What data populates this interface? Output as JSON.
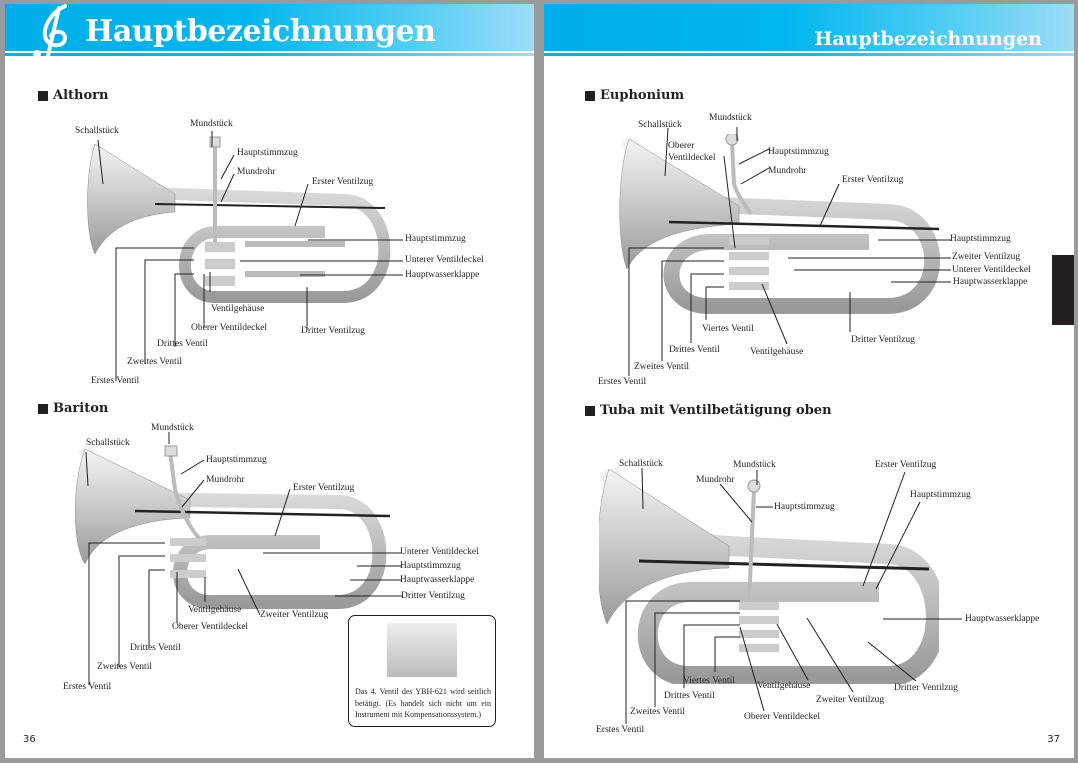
{
  "header": {
    "left_title": "Hauptbezeichnungen",
    "right_title": "Hauptbezeichnungen"
  },
  "pages": {
    "left_number": "36",
    "right_number": "37"
  },
  "sections": {
    "althorn": {
      "title": "Althorn",
      "labels": {
        "schallstueck": "Schallstück",
        "mundstueck": "Mundstück",
        "hauptstimmzug_top": "Hauptstimmzug",
        "mundrohr": "Mundrohr",
        "erster_ventilzug": "Erster Ventilzug",
        "hauptstimmzug_right": "Hauptstimmzug",
        "unterer_ventildeckel": "Unterer Ventildeckel",
        "hauptwasserklappe": "Hauptwasserklappe",
        "ventilgehaeuse": "Ventilgehäuse",
        "oberer_ventildeckel": "Oberer Ventildeckel",
        "dritter_ventilzug": "Dritter Ventilzug",
        "drittes_ventil": "Drittes Ventil",
        "zweites_ventil": "Zweites Ventil",
        "erstes_ventil": "Erstes Ventil"
      }
    },
    "bariton": {
      "title": "Bariton",
      "labels": {
        "mundstueck": "Mundstück",
        "schallstueck": "Schallstück",
        "hauptstimmzug_top": "Hauptstimmzug",
        "mundrohr": "Mundrohr",
        "erster_ventilzug": "Erster Ventilzug",
        "unterer_ventildeckel": "Unterer Ventildeckel",
        "hauptstimmzug_right": "Hauptstimmzug",
        "hauptwasserklappe": "Hauptwasserklappe",
        "dritter_ventilzug": "Dritter Ventilzug",
        "ventilgehaeuse": "Ventilgehäuse",
        "zweiter_ventilzug": "Zweiter Ventilzug",
        "oberer_ventildeckel": "Oberer Ventildeckel",
        "drittes_ventil": "Drittes Ventil",
        "zweites_ventil": "Zweites Ventil",
        "erstes_ventil": "Erstes Ventil"
      },
      "note": "Das 4. Ventil des YBH-621 wird seitlich betätigt. (Es handelt sich nicht um ein Instrument mit Kompensationssystem.)"
    },
    "euphonium": {
      "title": "Euphonium",
      "labels": {
        "mundstueck": "Mundstück",
        "schallstueck": "Schallstück",
        "oberer_ventildeckel_1": "Oberer",
        "oberer_ventildeckel_2": "Ventildeckel",
        "hauptstimmzug_top": "Hauptstimmzug",
        "mundrohr": "Mundrohr",
        "erster_ventilzug": "Erster Ventilzug",
        "hauptstimmzug_right": "Hauptstimmzug",
        "zweiter_ventilzug": "Zweiter Ventilzug",
        "unterer_ventildeckel": "Unterer Ventildeckel",
        "hauptwasserklappe": "Hauptwasserklappe",
        "viertes_ventil": "Viertes Ventil",
        "dritter_ventilzug": "Dritter Ventilzug",
        "drittes_ventil": "Drittes Ventil",
        "ventilgehaeuse": "Ventilgehäuse",
        "zweites_ventil": "Zweites Ventil",
        "erstes_ventil": "Erstes Ventil"
      }
    },
    "tuba": {
      "title": "Tuba mit Ventilbetätigung oben",
      "labels": {
        "schallstueck": "Schallstück",
        "mundstueck": "Mundstück",
        "erster_ventilzug": "Erster Ventilzug",
        "mundrohr": "Mundrohr",
        "hauptstimmzug_right": "Hauptstimmzug",
        "hauptstimmzug_top": "Hauptstimmzug",
        "hauptwasserklappe": "Hauptwasserklappe",
        "viertes_ventil": "Viertes Ventil",
        "ventilgehaeuse": "Ventilgehäuse",
        "dritter_ventilzug": "Dritter Ventilzug",
        "drittes_ventil": "Drittes Ventil",
        "zweiter_ventilzug": "Zweiter Ventilzug",
        "zweites_ventil": "Zweites Ventil",
        "oberer_ventildeckel": "Oberer Ventildeckel",
        "erstes_ventil": "Erstes Ventil"
      }
    }
  }
}
